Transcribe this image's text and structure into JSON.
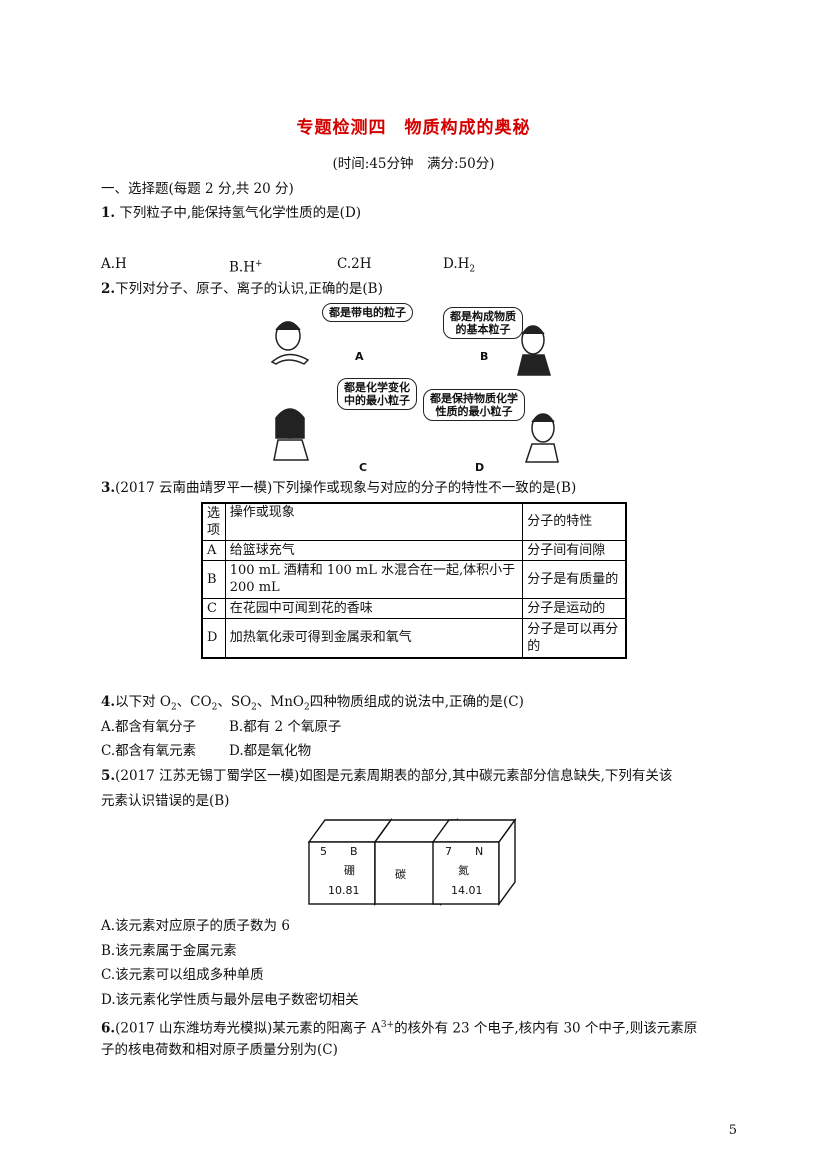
{
  "header": {
    "title": "专题检测四　物质构成的奥秘",
    "subtitle": "(时间:45分钟　满分:50分)"
  },
  "section1": "一、选择题(每题 2 分,共 20 分)",
  "q1": {
    "num": "1.",
    "stem": "下列粒子中,能保持氢气化学性质的是(D)",
    "options": [
      "A.H",
      "B.H",
      "C.2H",
      "D.H"
    ],
    "sup_b": "+",
    "sub_d": "2"
  },
  "q2": {
    "num": "2.",
    "stem": "下列对分子、原子、离子的认识,正确的是(B)",
    "bubbles": [
      "都是带电的粒子",
      "都是构成物质",
      "的基本粒子",
      "都是化学变化",
      "中的最小粒子",
      "都是保持物质化学",
      "性质的最小粒子"
    ],
    "labels": [
      "A",
      "B",
      "C",
      "D"
    ]
  },
  "q3": {
    "num": "3.",
    "stem": "(2017 云南曲靖罗平一模)下列操作或现象与对应的分子的特性不一致的是(B)",
    "headers": [
      "选项",
      "操作或现象",
      "分子的特性"
    ],
    "rows": [
      [
        "A",
        "给篮球充气",
        "分子间有间隙"
      ],
      [
        "B",
        "100 mL 酒精和 100 mL 水混合在一起,体积小于 200 mL",
        "分子是有质量的"
      ],
      [
        "C",
        "在花园中可闻到花的香味",
        "分子是运动的"
      ],
      [
        "D",
        "加热氧化汞可得到金属汞和氧气",
        "分子是可以再分的"
      ]
    ]
  },
  "q4": {
    "num": "4.",
    "stem_a": "以下对 O",
    "stem_b": "、CO",
    "stem_c": "、SO",
    "stem_d": "、MnO",
    "stem_e": "四种物质组成的说法中,正确的是(C)",
    "sub2": "2",
    "opt_a": "A.都含有氧分子",
    "opt_b": "B.都有 2 个氧原子",
    "opt_c": "C.都含有氧元素",
    "opt_d": "D.都是氧化物"
  },
  "q5": {
    "num": "5.",
    "stem1": "(2017 江苏无锡丁蜀学区一模)如图是元素周期表的部分,其中碳元素部分信息缺失,下列有关该",
    "stem2": "元素认识错误的是(B)",
    "cells": [
      {
        "num": "5",
        "sym": "B",
        "name": "硼",
        "mass": "10.81"
      },
      {
        "num": "",
        "sym": "",
        "name": "碳",
        "mass": ""
      },
      {
        "num": "7",
        "sym": "N",
        "name": "氮",
        "mass": "14.01"
      }
    ],
    "options": [
      "A.该元素对应原子的质子数为 6",
      "B.该元素属于金属元素",
      "C.该元素可以组成多种单质",
      "D.该元素化学性质与最外层电子数密切相关"
    ]
  },
  "q6": {
    "num": "6.",
    "stem1a": "(2017 山东潍坊寿光模拟)某元素的阳离子 A",
    "sup": "3+",
    "stem1b": "的核外有 23 个电子,核内有 30 个中子,则该元素原",
    "stem2": "子的核电荷数和相对原子质量分别为(C)"
  },
  "page_number": "5"
}
